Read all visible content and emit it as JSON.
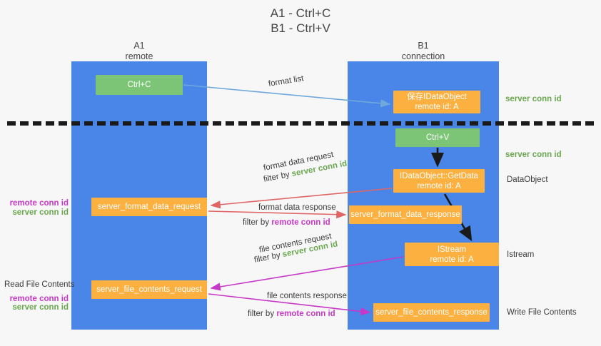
{
  "title": {
    "line1": "A1 - Ctrl+C",
    "line2": "B1 - Ctrl+V"
  },
  "columns": {
    "a1": {
      "name": "A1",
      "role": "remote"
    },
    "b1": {
      "name": "B1",
      "role": "connection"
    }
  },
  "boxes": {
    "ctrl_c": {
      "label": "Ctrl+C",
      "color": "#7cc576"
    },
    "save_dataobject": {
      "label": "保存IDataObject",
      "sub": "remote id: A",
      "color": "#fbb040"
    },
    "ctrl_v": {
      "label": "Ctrl+V",
      "color": "#7cc576"
    },
    "getdata": {
      "label": "IDataObject::GetData",
      "sub": "remote id: A",
      "color": "#fbb040"
    },
    "server_format_data_request": {
      "label": "server_format_data_request",
      "color": "#fbb040"
    },
    "server_format_data_response": {
      "label": "server_format_data_response",
      "color": "#fbb040"
    },
    "istream": {
      "label": "IStream",
      "sub": "remote id: A",
      "color": "#fbb040"
    },
    "server_file_contents_request": {
      "label": "server_file_contents_request",
      "color": "#fbb040"
    },
    "server_file_contents_response": {
      "label": "server_file_contents_response",
      "color": "#fbb040"
    }
  },
  "labels": {
    "format_list": "format list",
    "server_conn_id_top": "server conn id",
    "server_conn_id_mid": "server conn id",
    "format_data_request": "format data request",
    "format_data_request_filter_prefix": "filter by ",
    "format_data_request_filter_value": "server conn id",
    "format_data_response": "format data response",
    "format_data_response_filter_prefix": "filter by ",
    "format_data_response_filter_value": "remote conn id",
    "file_contents_request": "file contents request",
    "file_contents_request_filter_prefix": "filter by ",
    "file_contents_request_filter_value": "server conn id",
    "file_contents_response": "file contents response",
    "file_contents_response_filter_prefix": "filter by ",
    "file_contents_response_filter_value": "remote conn id",
    "left_remote_conn_id_1": "remote conn id",
    "left_server_conn_id_1": "server conn id",
    "read_file_contents": "Read File Contents",
    "left_remote_conn_id_2": "remote conn id",
    "left_server_conn_id_2": "server conn id",
    "right_dataobject": "DataObject",
    "right_istream": "Istream",
    "right_write_file_contents": "Write File Contents"
  },
  "colors": {
    "lane": "#4a86e8",
    "green_text": "#6aa84f",
    "magenta_text": "#c838c8",
    "orange_box": "#fbb040",
    "green_box": "#7cc576",
    "arrow_blue": "#6fa8dc",
    "arrow_red": "#e06666",
    "arrow_magenta": "#c838c8",
    "arrow_dark": "#1a1a1a",
    "dash_line": "#1a1a1a",
    "background": "#f7f7f7"
  },
  "arrows": [
    {
      "name": "format-list-arrow",
      "from": "ctrl_c",
      "to": "save_dataobject",
      "color": "#6fa8dc"
    },
    {
      "name": "ctrlv-to-getdata-arrow",
      "from": "ctrl_v",
      "to": "getdata",
      "color": "#1a1a1a"
    },
    {
      "name": "format-data-request-arrow",
      "from": "getdata",
      "to": "server_format_data_request",
      "color": "#e06666"
    },
    {
      "name": "format-data-response-arrow",
      "from": "server_format_data_request",
      "to": "server_format_data_response",
      "color": "#e06666"
    },
    {
      "name": "getdata-to-istream-arrow",
      "from": "getdata",
      "to": "istream",
      "color": "#1a1a1a"
    },
    {
      "name": "file-contents-request-arrow",
      "from": "istream",
      "to": "server_file_contents_request",
      "color": "#c838c8"
    },
    {
      "name": "file-contents-response-arrow",
      "from": "server_file_contents_request",
      "to": "server_file_contents_response",
      "color": "#c838c8"
    }
  ]
}
